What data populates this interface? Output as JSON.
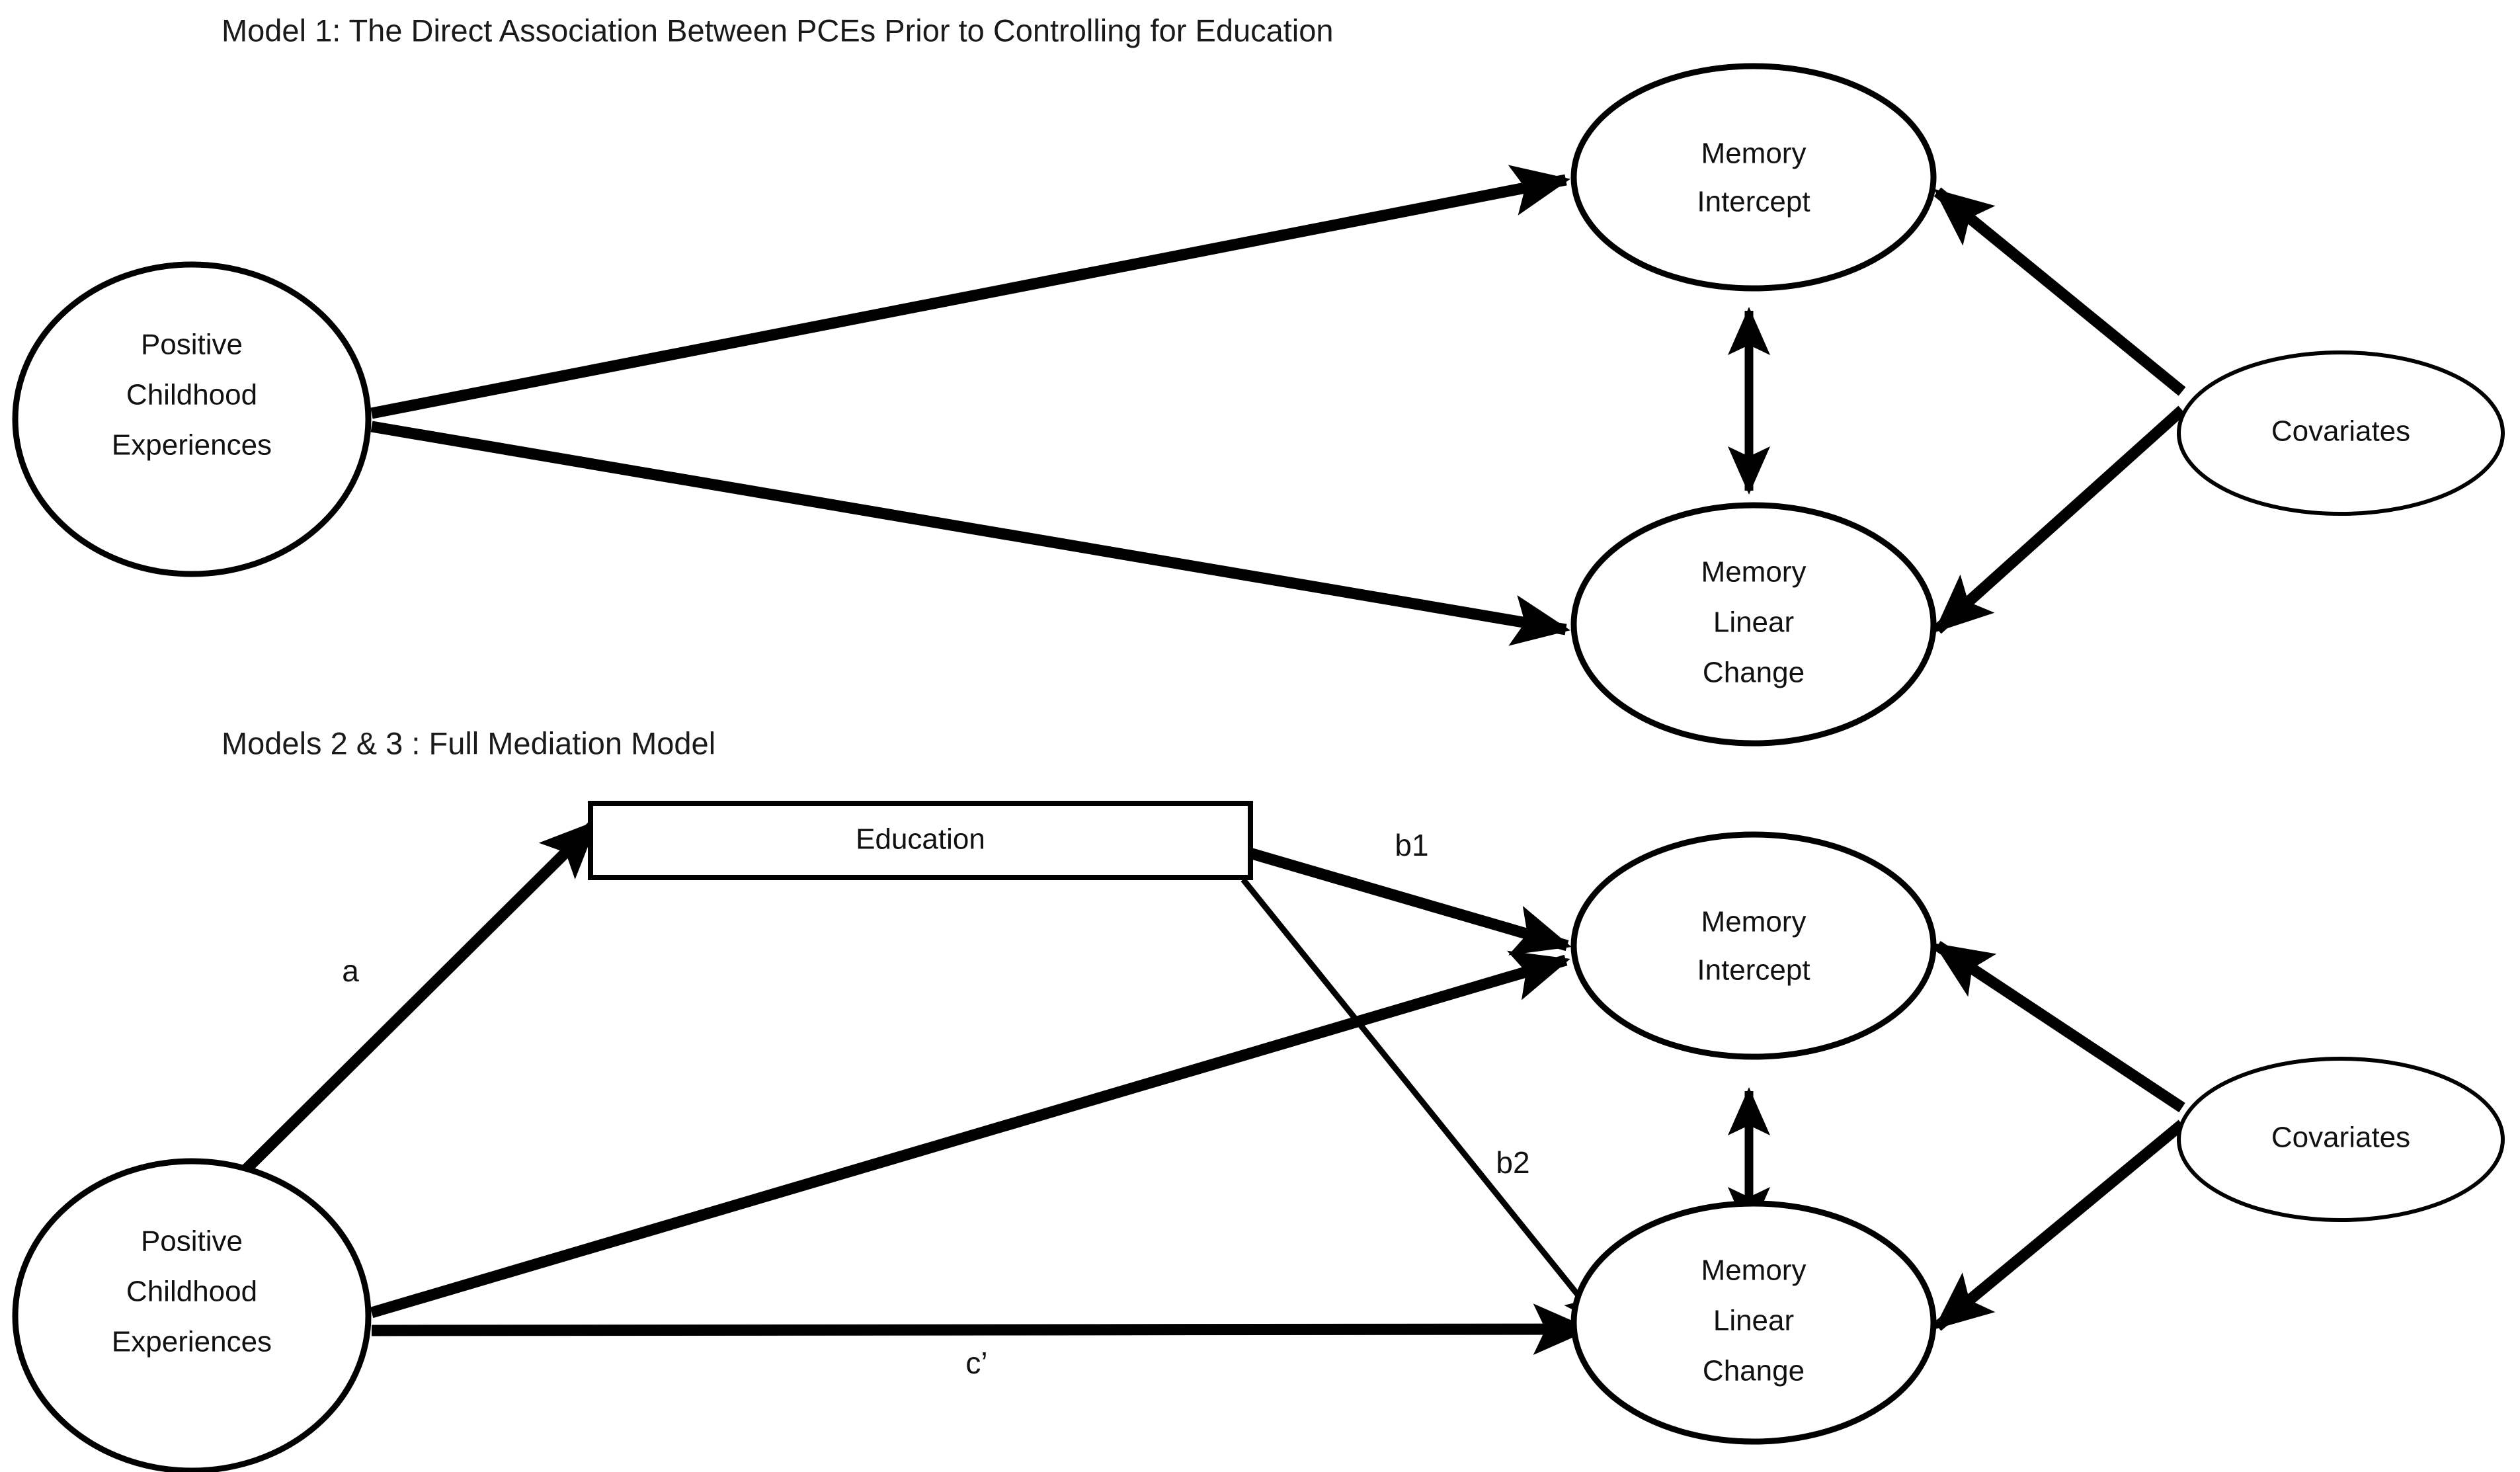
{
  "figure": {
    "background_color": "#ffffff",
    "stroke_color": "#000000",
    "text_color": "#111111"
  },
  "models": [
    {
      "id": "model-1",
      "title": "Model 1: The Direct Association Between PCEs Prior to Controlling for Education",
      "nodes": {
        "pce": {
          "label_line1": "Positive",
          "label_line2": "Childhood",
          "label_line3": "Experiences",
          "shape": "circle"
        },
        "memory_intercept": {
          "label_line1": "Memory",
          "label_line2": "Intercept",
          "shape": "ellipse"
        },
        "memory_linear_change": {
          "label_line1": "Memory",
          "label_line2": "Linear",
          "label_line3": "Change",
          "shape": "ellipse"
        },
        "covariates": {
          "label": "Covariates",
          "shape": "ellipse"
        }
      },
      "edges": [
        {
          "from": "pce",
          "to": "memory_intercept",
          "type": "single-arrow",
          "label": ""
        },
        {
          "from": "pce",
          "to": "memory_linear_change",
          "type": "single-arrow",
          "label": ""
        },
        {
          "from": "memory_intercept",
          "to": "memory_linear_change",
          "type": "double-arrow",
          "label": ""
        },
        {
          "from": "covariates",
          "to": "memory_intercept",
          "type": "single-arrow",
          "label": ""
        },
        {
          "from": "covariates",
          "to": "memory_linear_change",
          "type": "single-arrow",
          "label": ""
        }
      ]
    },
    {
      "id": "model-2-3",
      "title": "Models 2 & 3 : Full Mediation Model",
      "nodes": {
        "pce": {
          "label_line1": "Positive",
          "label_line2": "Childhood",
          "label_line3": "Experiences",
          "shape": "circle"
        },
        "education": {
          "label": "Education",
          "shape": "rectangle"
        },
        "memory_intercept": {
          "label_line1": "Memory",
          "label_line2": "Intercept",
          "shape": "ellipse"
        },
        "memory_linear_change": {
          "label_line1": "Memory",
          "label_line2": "Linear",
          "label_line3": "Change",
          "shape": "ellipse"
        },
        "covariates": {
          "label": "Covariates",
          "shape": "ellipse"
        }
      },
      "edges": [
        {
          "from": "pce",
          "to": "education",
          "type": "single-arrow",
          "label": "a"
        },
        {
          "from": "education",
          "to": "memory_intercept",
          "type": "single-arrow",
          "label": "b1"
        },
        {
          "from": "education",
          "to": "memory_linear_change",
          "type": "single-arrow",
          "label": "b2"
        },
        {
          "from": "pce",
          "to": "memory_intercept",
          "type": "single-arrow",
          "label": ""
        },
        {
          "from": "pce",
          "to": "memory_linear_change",
          "type": "single-arrow",
          "label": "c’"
        },
        {
          "from": "memory_intercept",
          "to": "memory_linear_change",
          "type": "double-arrow",
          "label": ""
        },
        {
          "from": "covariates",
          "to": "memory_intercept",
          "type": "single-arrow",
          "label": ""
        },
        {
          "from": "covariates",
          "to": "memory_linear_change",
          "type": "single-arrow",
          "label": ""
        }
      ],
      "path_labels": {
        "a": "a",
        "b1": "b1",
        "b2": "b2",
        "c_prime": "c’"
      }
    }
  ]
}
